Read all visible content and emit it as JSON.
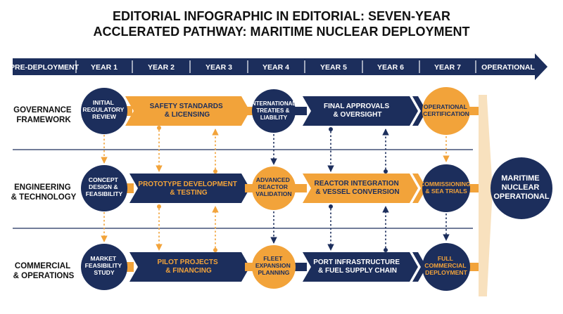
{
  "title": {
    "line1": "EDITORIAL INFOGRAPHIC IN EDITORIAL: SEVEN-YEAR",
    "line2": "ACCLERATED PATHWAY: MARITIME NUCLEAR DEPLOYMENT"
  },
  "timeline": [
    "PRE-DEPLOYMENT",
    "YEAR 1",
    "YEAR 2",
    "YEAR 3",
    "YEAR 4",
    "YEAR 5",
    "YEAR 6",
    "YEAR 7",
    "OPERATIONAL"
  ],
  "rows": {
    "governance": {
      "label": [
        "GOVERNANCE",
        "FRAMEWORK"
      ],
      "c1": [
        "INITIAL",
        "REGULATORY",
        "REVIEW"
      ],
      "bar1": [
        "SAFETY STANDARDS",
        "& LICENSING"
      ],
      "c4": [
        "INTERNATIONAL",
        "TREATIES &",
        "LIABILITY"
      ],
      "bar2": [
        "FINAL APPROVALS",
        "& OVERSIGHT"
      ],
      "c7": [
        "OPERATIONAL",
        "CERTIFICATION"
      ]
    },
    "engineering": {
      "label": [
        "ENGINEERING",
        "& TECHNOLOGY"
      ],
      "c1": [
        "CONCEPT",
        "DESIGN &",
        "FEASIBILITY"
      ],
      "bar1": [
        "PROTOTYPE DEVELOPMENT",
        "& TESTING"
      ],
      "c4": [
        "ADVANCED",
        "REACTOR",
        "VALIDATION"
      ],
      "bar2": [
        "REACTOR INTEGRATION",
        "& VESSEL CONVERSION"
      ],
      "c7": [
        "COMMISSIONING",
        "& SEA TRIALS"
      ]
    },
    "commercial": {
      "label": [
        "COMMERCIAL",
        "& OPERATIONS"
      ],
      "c1": [
        "MARKET",
        "FEASIBILITY",
        "STUDY"
      ],
      "bar1": [
        "PILOT PROJECTS",
        "& FINANCING"
      ],
      "c4": [
        "FLEET",
        "EXPANSION",
        "PLANNING"
      ],
      "bar2": [
        "PORT INFRASTRUCTURE",
        "& FUEL SUPPLY CHAIN"
      ],
      "c7": [
        "FULL",
        "COMMERCIAL",
        "DEPLOYMENT"
      ]
    }
  },
  "final": [
    "MARITIME",
    "NUCLEAR",
    "OPERATIONAL"
  ],
  "colors": {
    "navy": "#1c2e5c",
    "gold": "#f2a33a",
    "light": "#f7dcb3"
  }
}
